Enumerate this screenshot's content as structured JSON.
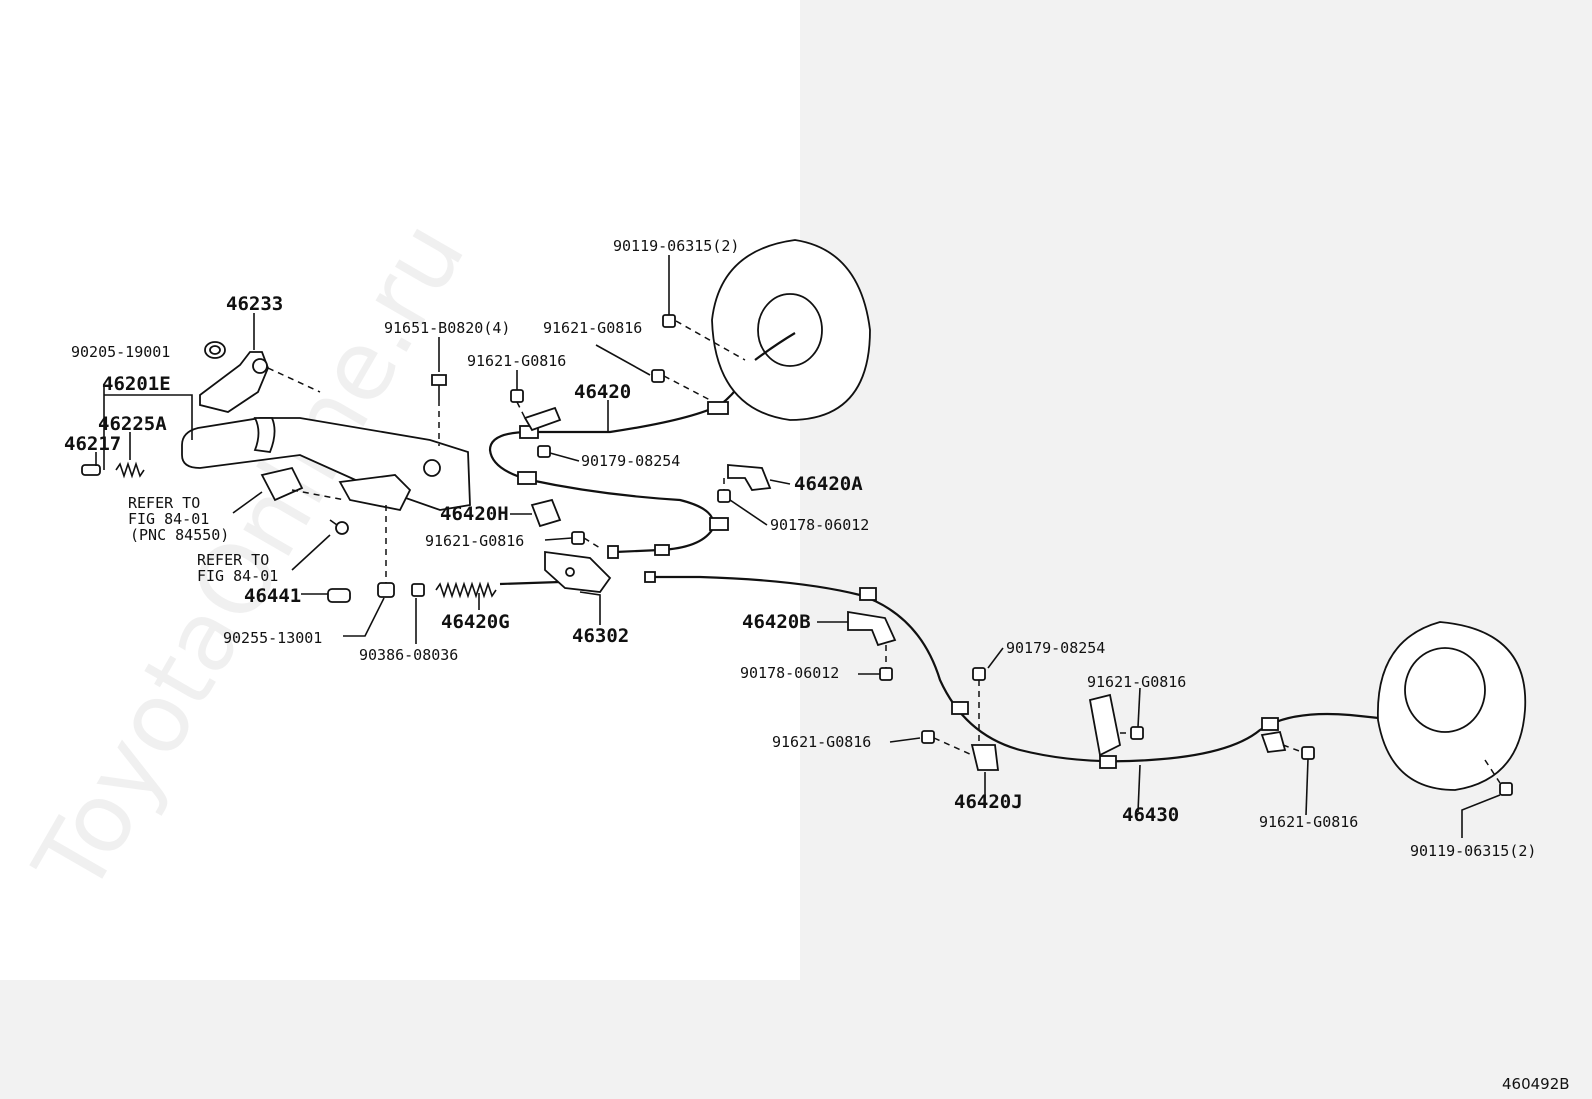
{
  "watermark": "ToyotaOnline.ru",
  "diagram_id": "460492B",
  "labels": {
    "p46233": "46233",
    "p90205": "90205-19001",
    "p46201E": "46201E",
    "p46225A": "46225A",
    "p46217": "46217",
    "refer1_l1": "REFER TO",
    "refer1_l2": "FIG 84-01",
    "refer1_l3": "(PNC 84550)",
    "refer2_l1": "REFER TO",
    "refer2_l2": "FIG 84-01",
    "p46441": "46441",
    "p90255": "90255-13001",
    "p90386": "90386-08036",
    "p46420G": "46420G",
    "p46302": "46302",
    "p91651": "91651-B0820(4)",
    "p91621_a": "91621-G0816",
    "p91621_b": "91621-G0816",
    "p46420": "46420",
    "p90179_a": "90179-08254",
    "p46420A": "46420A",
    "p46420H": "46420H",
    "p91621_c": "91621-G0816",
    "p90178_a": "90178-06012",
    "p90119_a": "90119-06315(2)",
    "p46420B": "46420B",
    "p90178_b": "90178-06012",
    "p90179_b": "90179-08254",
    "p91621_d": "91621-G0816",
    "p91621_e": "91621-G0816",
    "p46420J": "46420J",
    "p46430": "46430",
    "p91621_f": "91621-G0816",
    "p90119_b": "90119-06315(2)"
  }
}
